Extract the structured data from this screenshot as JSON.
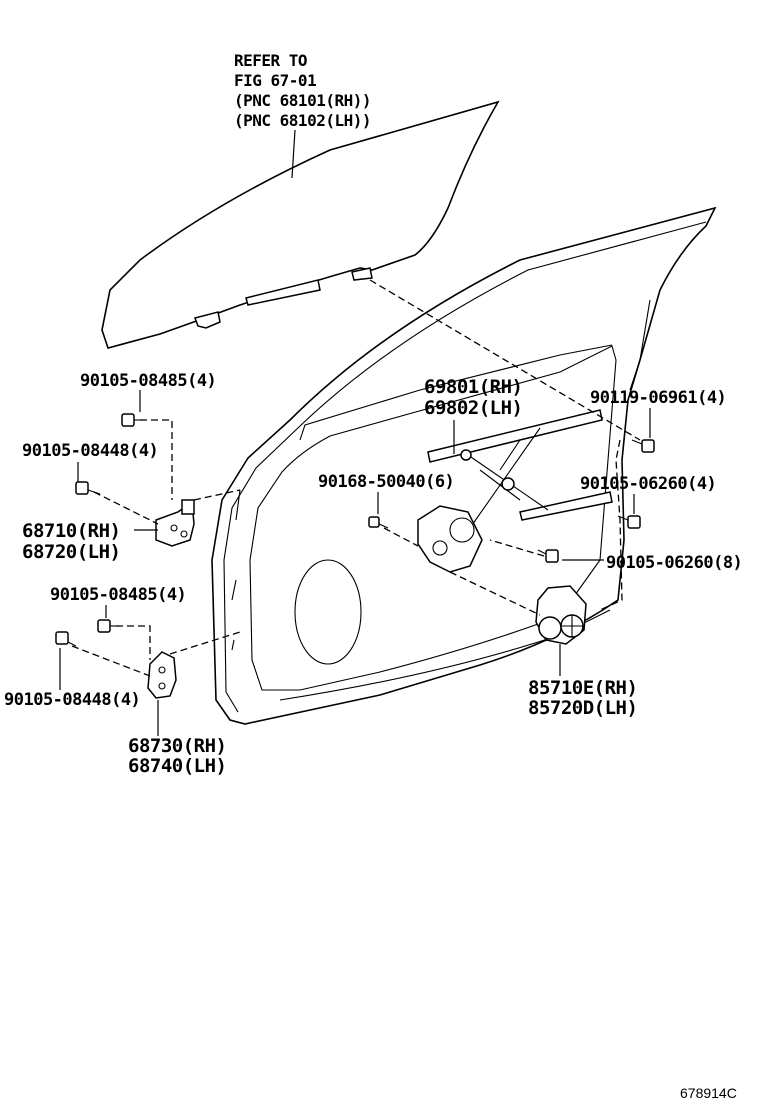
{
  "reference": {
    "line1": "REFER TO",
    "line2": "FIG 67-01",
    "line3": "(PNC 68101(RH))",
    "line4": "(PNC 68102(LH))"
  },
  "parts": {
    "bolt_upper_hinge": "90105-08485(4)",
    "bolt_upper_hinge_side": "90105-08448(4)",
    "hinge_upper_rh": "68710(RH)",
    "hinge_upper_lh": "68720(LH)",
    "bolt_lower_hinge": "90105-08485(4)",
    "bolt_lower_hinge_side": "90105-08448(4)",
    "hinge_lower_rh": "68730(RH)",
    "hinge_lower_lh": "68740(LH)",
    "regulator_rh": "69801(RH)",
    "regulator_lh": "69802(LH)",
    "bolt_regulator_top": "90119-06961(4)",
    "bolt_regulator_center": "90168-50040(6)",
    "bolt_regulator_rail": "90105-06260(4)",
    "bolt_motor": "90105-06260(8)",
    "motor_rh": "85710E(RH)",
    "motor_lh": "85720D(LH)"
  },
  "figure_id": "678914C"
}
